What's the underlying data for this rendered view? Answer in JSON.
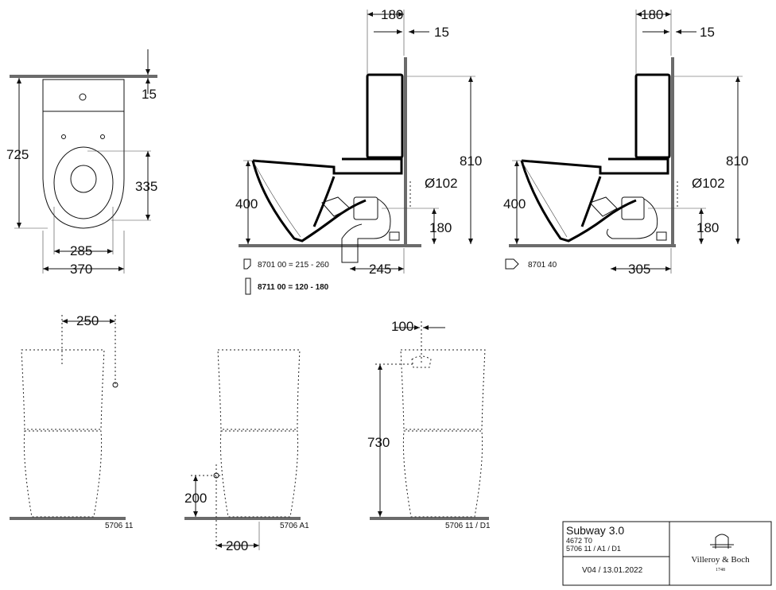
{
  "dimensions": {
    "top_view": {
      "width_total": "370",
      "width_seat": "285",
      "depth": "725",
      "hole_depth": "335",
      "wall_gap": "15"
    },
    "side_view_a": {
      "cistern_depth": "180",
      "gap": "15",
      "height": "810",
      "seat_height": "400",
      "pipe_dia": "Ø102",
      "outlet_height": "180",
      "outlet_distance": "245"
    },
    "side_view_b": {
      "cistern_depth": "180",
      "gap": "15",
      "height": "810",
      "seat_height": "400",
      "pipe_dia": "Ø102",
      "outlet_height": "180",
      "outlet_distance": "305"
    },
    "front_a": {
      "offset": "250",
      "code": "5706 11"
    },
    "front_b": {
      "height": "200",
      "offset": "200",
      "code": "5706 A1"
    },
    "front_c": {
      "offset": "100",
      "height": "730",
      "code": "5706 11 / D1"
    }
  },
  "accessories": {
    "acc1": "8701 00 = 215 - 260",
    "acc2": "8711 00 = 120 - 180",
    "acc3": "8701 40"
  },
  "title_block": {
    "product": "Subway 3.0",
    "code1": "4672 T0",
    "code2": "5706 11 / A1 / D1",
    "version": "V04 / 13.01.2022",
    "brand": "Villeroy & Boch",
    "brand_year": "1748"
  }
}
